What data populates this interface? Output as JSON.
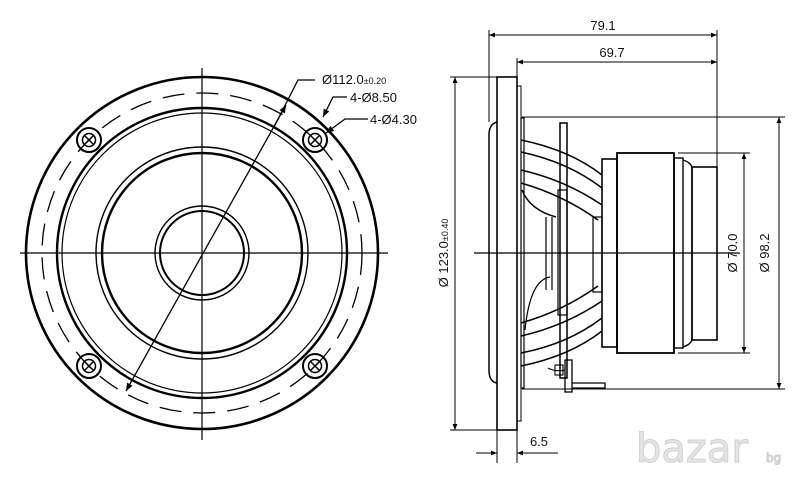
{
  "front_view": {
    "dia_label": "Ø112.0",
    "dia_tol": "±0.20",
    "hole_outer_label": "4-Ø8.50",
    "hole_inner_label": "4-Ø4.30"
  },
  "side_view": {
    "overall_depth": "79.1",
    "depth_from_flange": "69.7",
    "flange_dia_label": "Ø 123.0",
    "flange_dia_tol": "±0.40",
    "magnet_dia": "Ø 70.0",
    "basket_dia": "Ø 98.2",
    "flange_thickness": "6.5"
  },
  "watermark": {
    "text": "bazar",
    "suffix": "bg"
  },
  "colors": {
    "line": "#000000",
    "watermark": "#d8d8d8"
  }
}
